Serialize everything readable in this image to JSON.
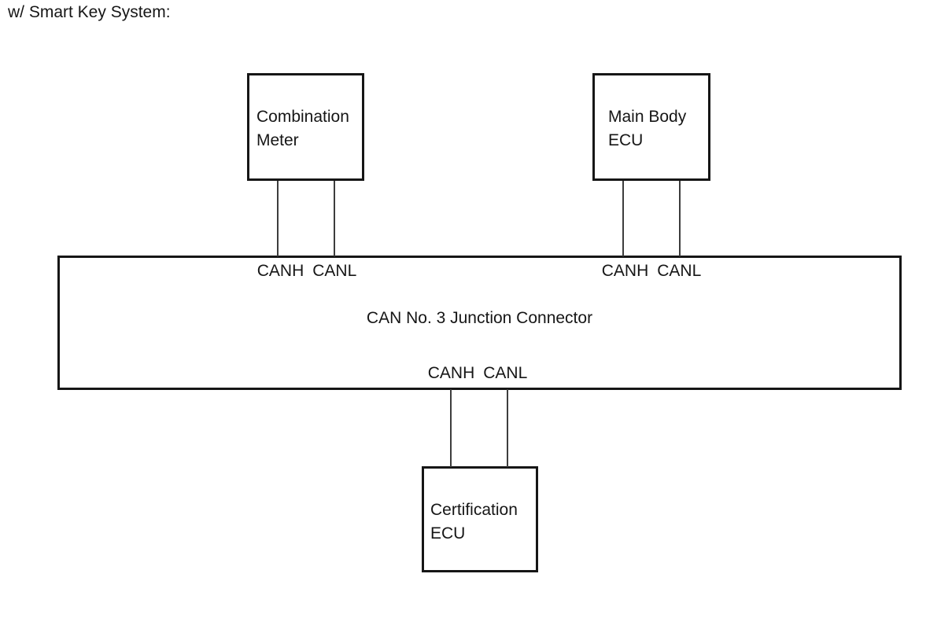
{
  "title": "w/ Smart Key System:",
  "labels": {
    "canh": "CANH",
    "canl": "CANL"
  },
  "nodes": {
    "combination_meter": {
      "label": "Combination\nMeter"
    },
    "main_body_ecu": {
      "label": "Main Body\nECU"
    },
    "junction": {
      "label": "CAN No. 3 Junction Connector"
    },
    "certification_ecu": {
      "label": "Certification\nECU"
    }
  },
  "connections": [
    {
      "from": "Combination Meter",
      "to": "CAN No. 3 Junction Connector",
      "wires": [
        "CANH",
        "CANL"
      ]
    },
    {
      "from": "Main Body ECU",
      "to": "CAN No. 3 Junction Connector",
      "wires": [
        "CANH",
        "CANL"
      ]
    },
    {
      "from": "Certification ECU",
      "to": "CAN No. 3 Junction Connector",
      "wires": [
        "CANH",
        "CANL"
      ]
    }
  ]
}
